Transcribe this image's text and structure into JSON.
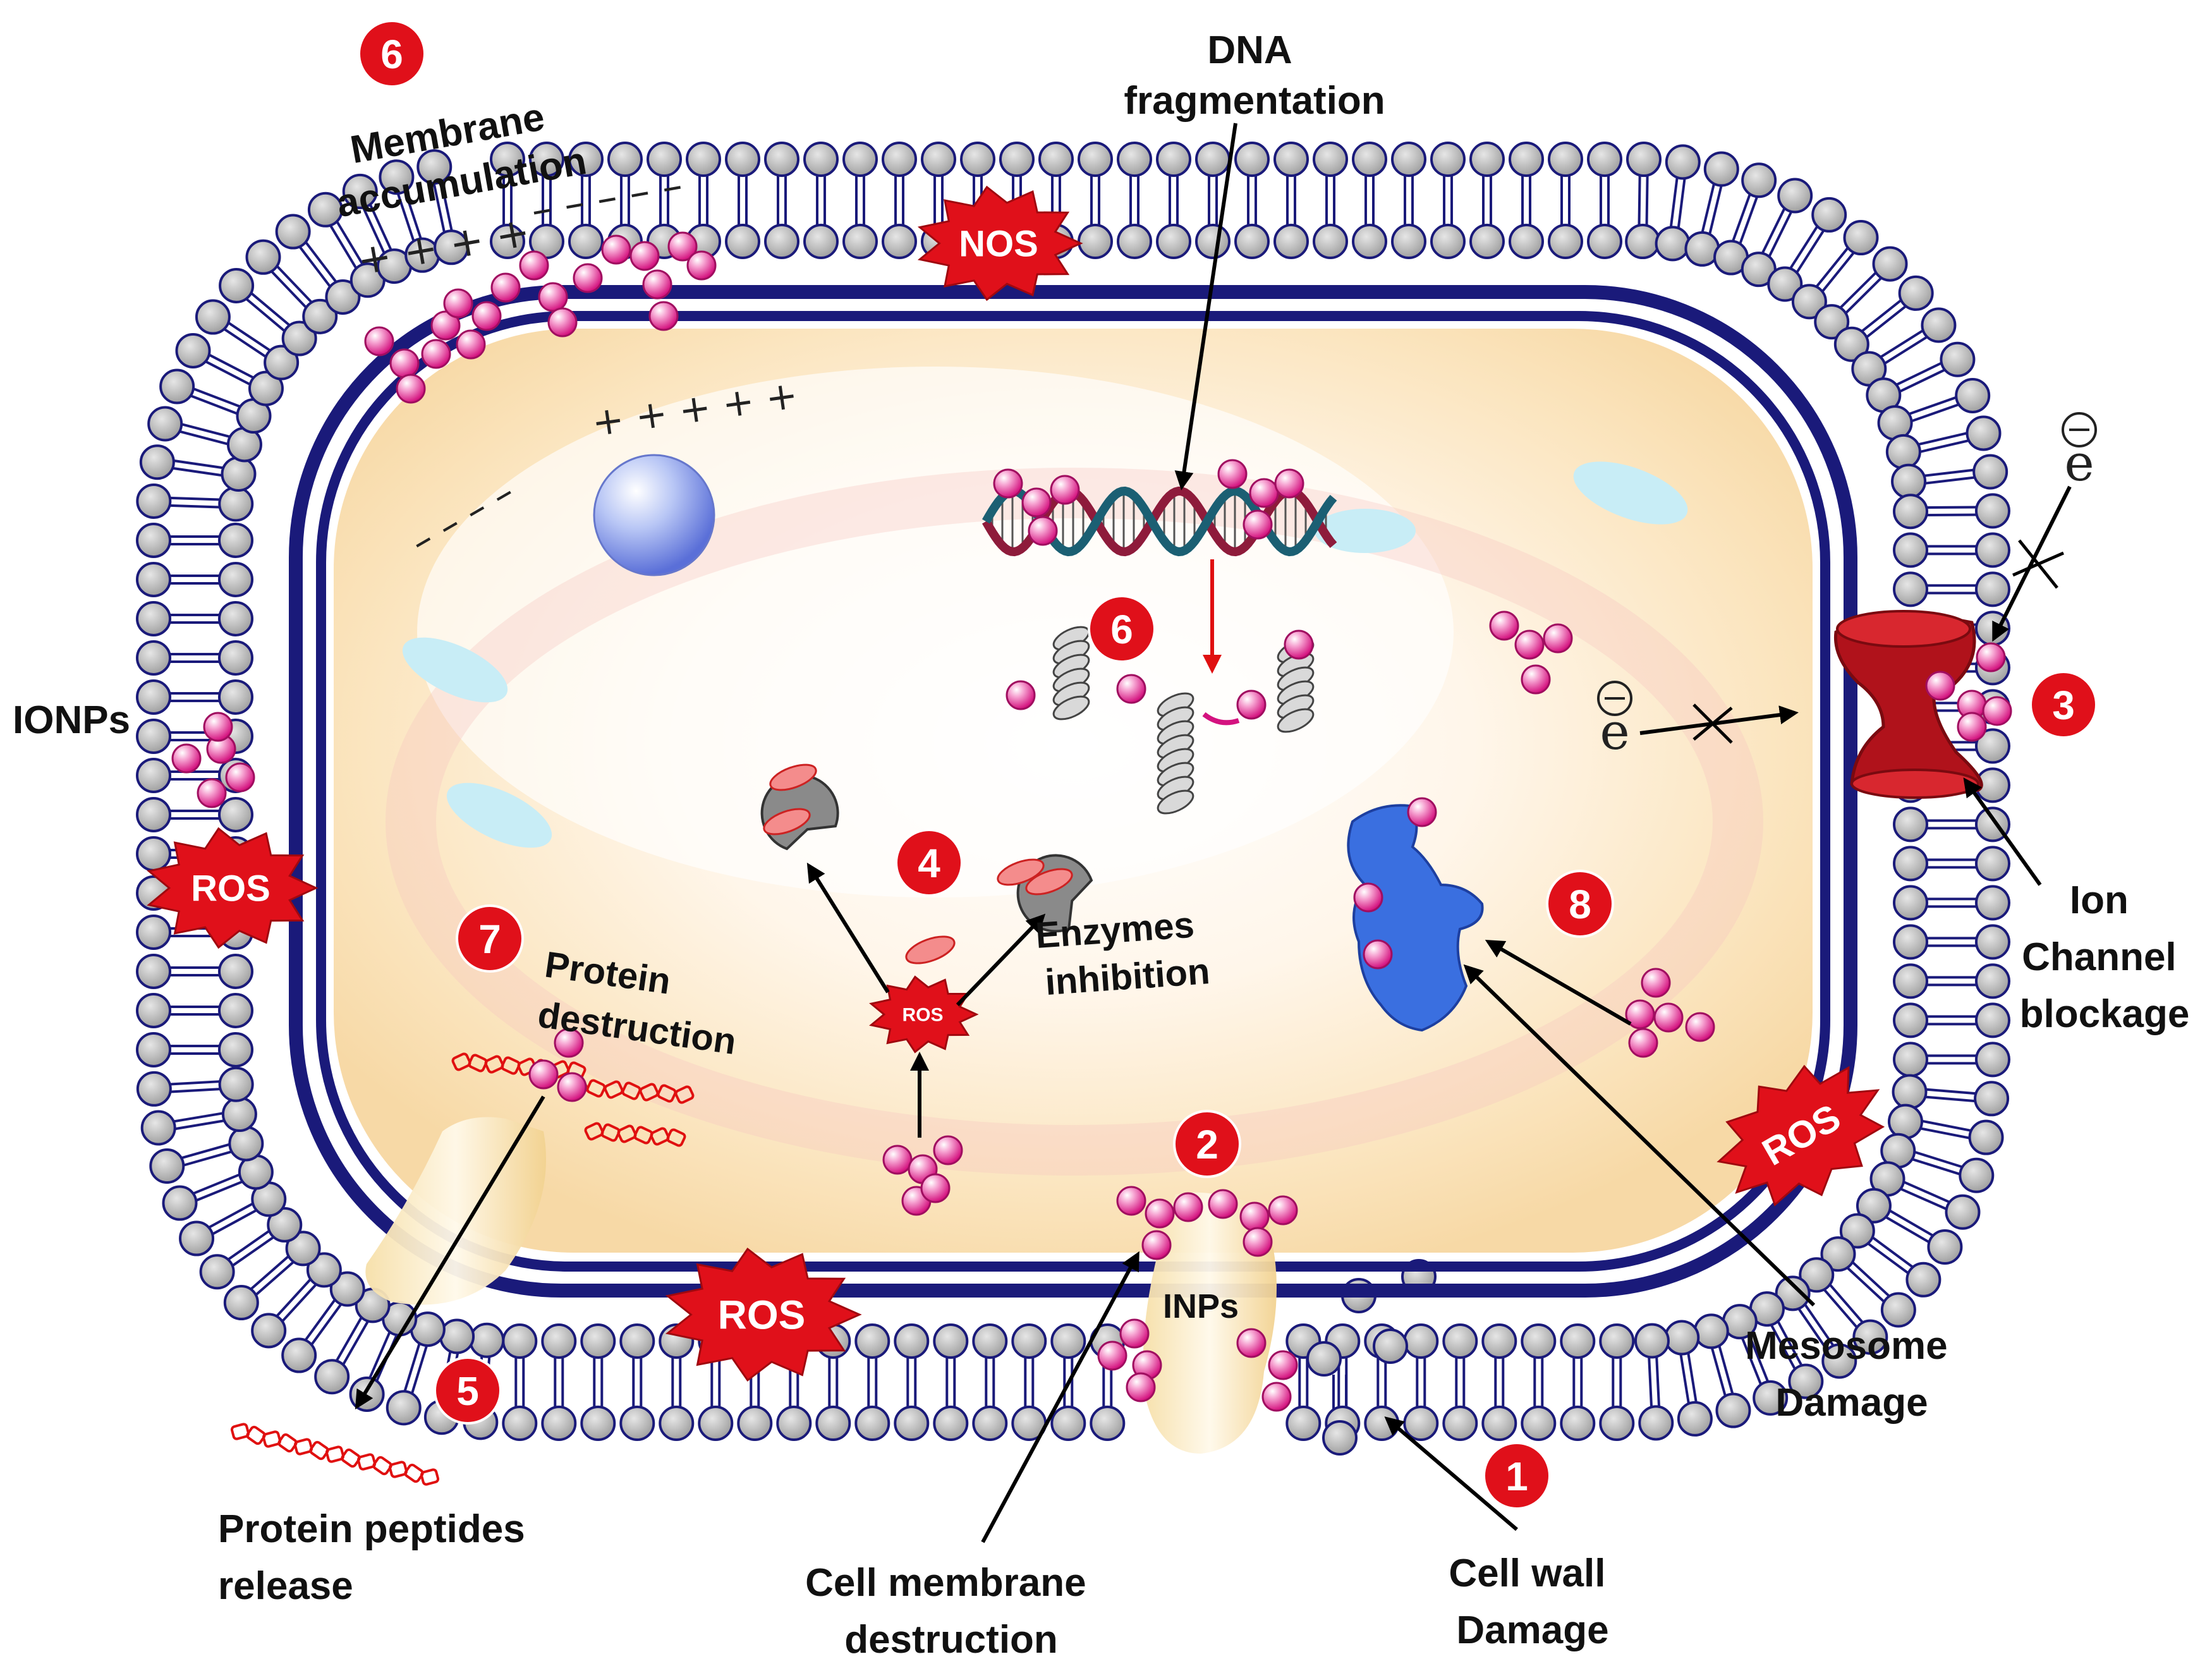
{
  "labels": {
    "dna_fragmentation": [
      "DNA",
      "fragmentation"
    ],
    "membrane_accumulation": [
      "Membrane",
      "accumulation"
    ],
    "ionps": "IONPs",
    "ion_channel_blockage": [
      "Ion",
      "Channel",
      "blockage"
    ],
    "enzymes_inhibition": [
      "Enzymes",
      "inhibition"
    ],
    "protein_destruction": [
      "Protein",
      "destruction"
    ],
    "inps": "INPs",
    "mesosome_damage": [
      "Mesosome",
      "Damage"
    ],
    "protein_peptides_release": [
      "Protein peptides",
      "release"
    ],
    "cell_membrane_destruction": [
      "Cell membrane",
      "destruction"
    ],
    "cell_wall_damage": [
      "Cell wall",
      "Damage"
    ]
  },
  "badges": {
    "membrane_accumulation": "6",
    "dna_fragmentation": "6",
    "ion_channel": "3",
    "enzymes": "4",
    "protein_destruction": "7",
    "mesosome": "8",
    "cell_membrane": "2",
    "peptides": "5",
    "cell_wall": "1"
  },
  "bursts": {
    "nos_top": "NOS",
    "ros_left": "ROS",
    "ros_bottom": "ROS",
    "ros_right": "ROS",
    "ros_enzymes": "ROS"
  },
  "charges": {
    "top_plus": "+ + + +",
    "top_minus": "– – – – –",
    "inner_plus": "+ + + + +",
    "inner_minus": "– – – –"
  },
  "electron_symbol": "e",
  "colors": {
    "membrane_blue": "#1a1a7a",
    "lipid_head": "#b3b3b3",
    "cytoplasm": "#fbe3b6",
    "badge_red": "#e0101a",
    "nanoparticle_pink": "#e8339a",
    "ion_channel_red": "#b0121b",
    "mesosome_blue": "#3a6fe0"
  }
}
